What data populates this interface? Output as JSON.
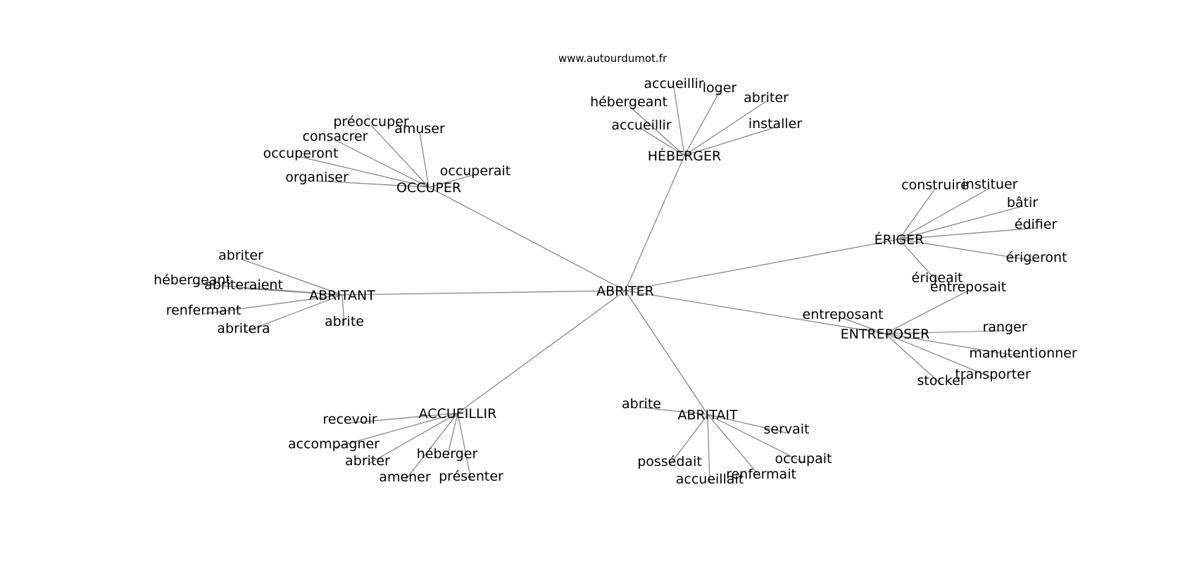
{
  "source": "www.autourdumot.fr",
  "root": {
    "id": "abriter",
    "label": "ABRITER"
  },
  "hubs": [
    {
      "id": "heberger",
      "label": "HÉBERGER",
      "leaves": [
        "accueillir",
        "loger",
        "hébergeant",
        "abriter",
        "accueillir",
        "installer"
      ]
    },
    {
      "id": "occuper",
      "label": "OCCUPER",
      "leaves": [
        "préoccuper",
        "amuser",
        "consacrer",
        "occuperont",
        "occuperait",
        "organiser"
      ]
    },
    {
      "id": "eriger",
      "label": "ÉRIGER",
      "leaves": [
        "construire",
        "instituer",
        "bâtir",
        "édifier",
        "érigeront",
        "érigeait"
      ]
    },
    {
      "id": "abritant",
      "label": "ABRITANT",
      "leaves": [
        "abriter",
        "hébergeant",
        "abriteraient",
        "renfermant",
        "abritera",
        "abrite"
      ]
    },
    {
      "id": "entreposer",
      "label": "ENTREPOSER",
      "leaves": [
        "entreposait",
        "entreposant",
        "ranger",
        "manutentionner",
        "transporter",
        "stocker"
      ]
    },
    {
      "id": "accueillir",
      "label": "ACCUEILLIR",
      "leaves": [
        "recevoir",
        "accompagner",
        "abriter",
        "héberger",
        "amener",
        "présenter"
      ]
    },
    {
      "id": "abritait",
      "label": "ABRITAIT",
      "leaves": [
        "abrite",
        "servait",
        "occupait",
        "possédait",
        "renfermait",
        "accueillait"
      ]
    }
  ],
  "colors": {
    "edge": "#808080",
    "text": "#000000",
    "background": "#ffffff"
  }
}
